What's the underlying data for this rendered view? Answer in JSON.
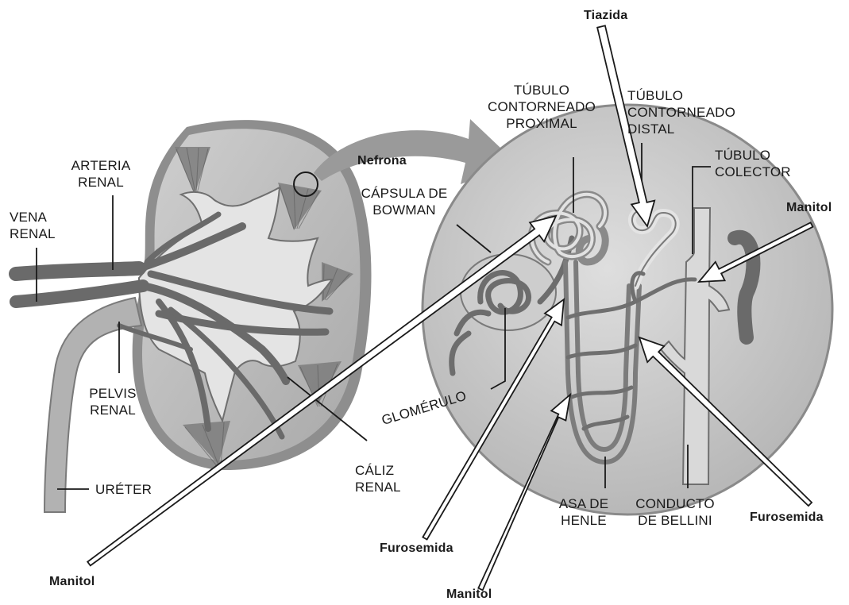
{
  "labels": {
    "arteria_renal": "ARTERIA\nRENAL",
    "vena_renal": "VENA\nRENAL",
    "pelvis_renal": "PELVIS\nRENAL",
    "ureter": "URÉTER",
    "caliz_renal": "CÁLIZ\nRENAL",
    "nefrona": "Nefrona",
    "capsula_bowman": "CÁPSULA DE\nBOWMAN",
    "glomerulo": "GLOMÉRULO",
    "tubulo_proximal": "TÚBULO\nCONTORNEADO\nPROXIMAL",
    "tubulo_distal": "TÚBULO\nCONTORNEADO\nDISTAL",
    "tubulo_colector": "TÚBULO\nCOLECTOR",
    "asa_henle": "ASA DE\nHENLE",
    "conducto_bellini": "CONDUCTO\nDE BELLINI"
  },
  "drugs": {
    "tiazida": "Tiazida",
    "manitol_right": "Manitol",
    "manitol_left": "Manitol",
    "manitol_bottom": "Manitol",
    "furosemida_left": "Furosemida",
    "furosemida_right": "Furosemida"
  },
  "colors": {
    "kidney_fill": "#bdbdbd",
    "kidney_cortex": "#9c9c9c",
    "vessel": "#6a6a6a",
    "circle_fill": "#cfcfcf",
    "pelvis_fill": "#e4e4e4",
    "arrow_outline": "#1a1a1a",
    "text": "#1a1a1a"
  }
}
